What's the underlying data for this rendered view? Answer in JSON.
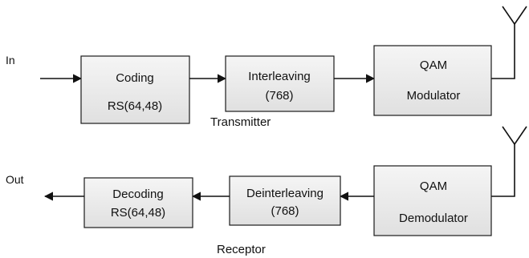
{
  "transmitter": {
    "input_label": "In",
    "section_label": "Transmitter",
    "blocks": {
      "coding": [
        "Coding",
        "RS(64,48)"
      ],
      "interleaving": [
        "Interleaving",
        "(768)"
      ],
      "qam_mod": [
        "QAM",
        "Modulator"
      ]
    }
  },
  "receptor": {
    "output_label": "Out",
    "section_label": "Receptor",
    "blocks": {
      "decoding": [
        "Decoding",
        "RS(64,48)"
      ],
      "deinterleaving": [
        "Deinterleaving",
        "(768)"
      ],
      "qam_demod": [
        "QAM",
        "Demodulator"
      ]
    }
  },
  "colors": {
    "box_top": "#f4f4f4",
    "box_bottom": "#e2e2e2",
    "stroke": "#111111"
  }
}
